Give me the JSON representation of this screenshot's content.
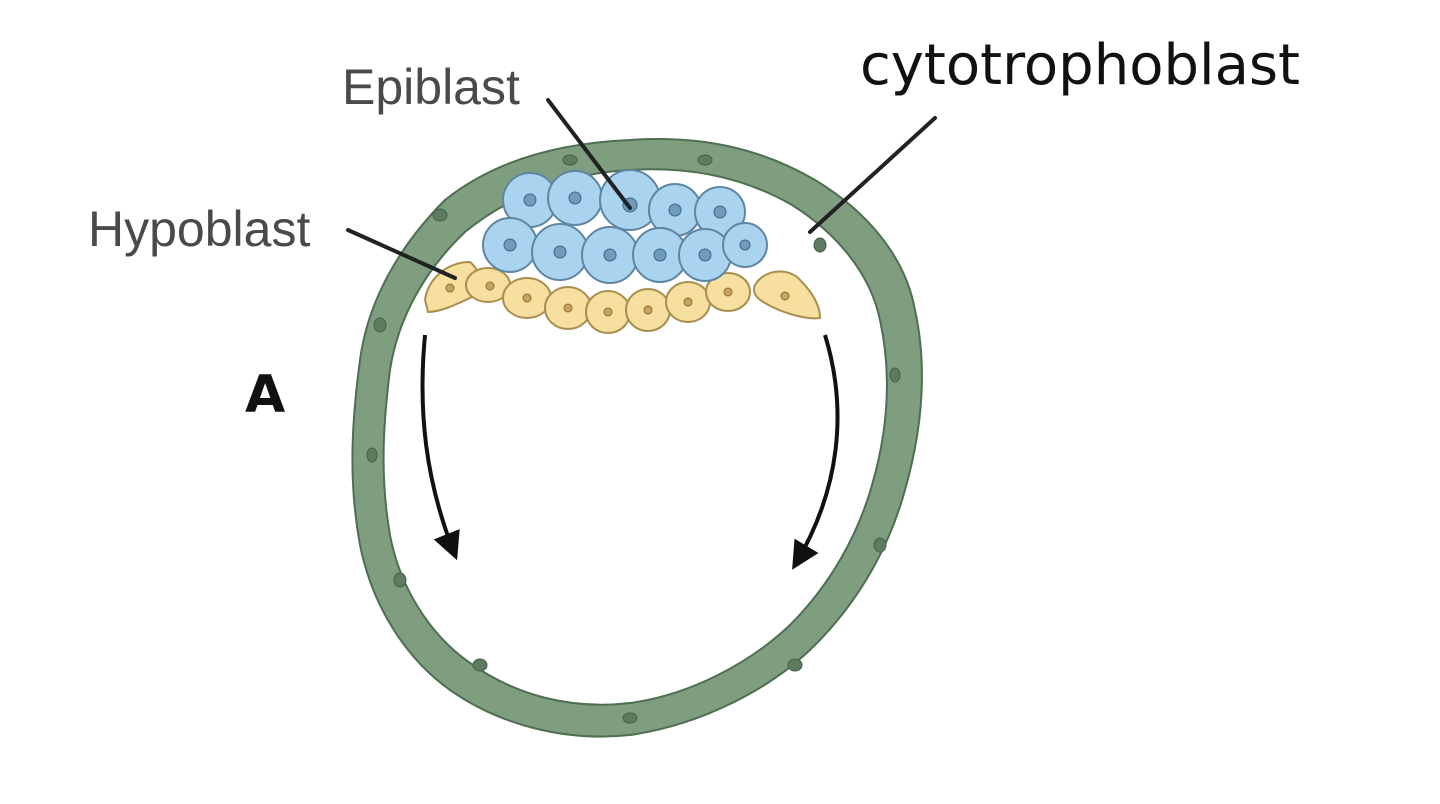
{
  "labels": {
    "epiblast": "Epiblast",
    "hypoblast": "Hypoblast",
    "cytotrophoblast": "cytotrophoblast",
    "panel": "A"
  },
  "colors": {
    "trophoblast_fill": "#7e9e7f",
    "trophoblast_stroke": "#4f6e52",
    "epiblast_fill": "#a9d3ef",
    "epiblast_stroke": "#5e86a3",
    "hypoblast_fill": "#f6df9f",
    "hypoblast_stroke": "#a88f50",
    "label_gray": "#4a4a4a",
    "label_dark": "#111111"
  }
}
